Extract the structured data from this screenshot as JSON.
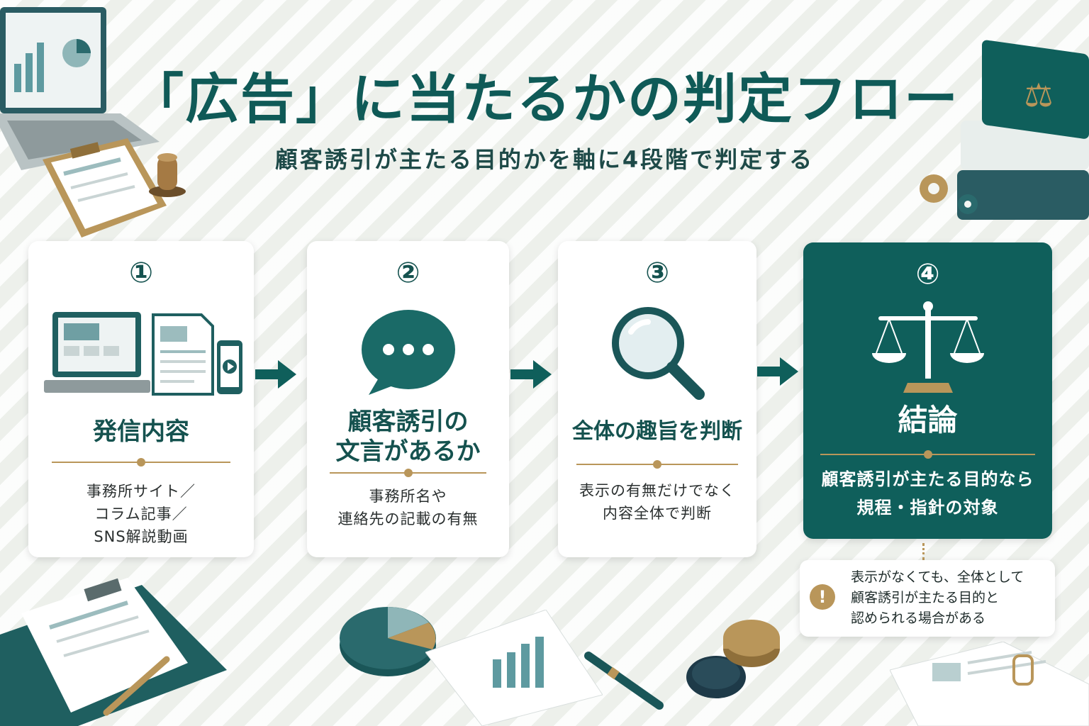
{
  "title": "「広告」に当たるかの判定フロー",
  "subtitle": "顧客誘引が主たる目的かを軸に4段階で判定する",
  "colors": {
    "primary": "#0f5f5b",
    "accent": "#b9965a",
    "background": "#f4f6f3"
  },
  "steps": [
    {
      "number": "①",
      "icon": "devices-icon",
      "heading_lines": [
        "発信内容"
      ],
      "desc_lines": [
        "事務所サイト／",
        "コラム記事／",
        "SNS解説動画"
      ]
    },
    {
      "number": "②",
      "icon": "speech-bubble-icon",
      "heading_lines": [
        "顧客誘引の",
        "文言があるか"
      ],
      "desc_lines": [
        "事務所名や",
        "連絡先の記載の有無"
      ]
    },
    {
      "number": "③",
      "icon": "magnifier-icon",
      "heading_lines": [
        "全体の趣旨を判断"
      ],
      "desc_lines": [
        "表示の有無だけでなく",
        "内容全体で判断"
      ]
    },
    {
      "number": "④",
      "icon": "scales-icon",
      "heading_lines": [
        "結論"
      ],
      "desc_lines": [
        "顧客誘引が主たる目的なら",
        "規程・指針の対象"
      ]
    }
  ],
  "note": {
    "icon": "exclamation-icon",
    "mark": "!",
    "lines": [
      "表示がなくても、全体として",
      "顧客誘引が主たる目的と",
      "認められる場合がある"
    ]
  }
}
